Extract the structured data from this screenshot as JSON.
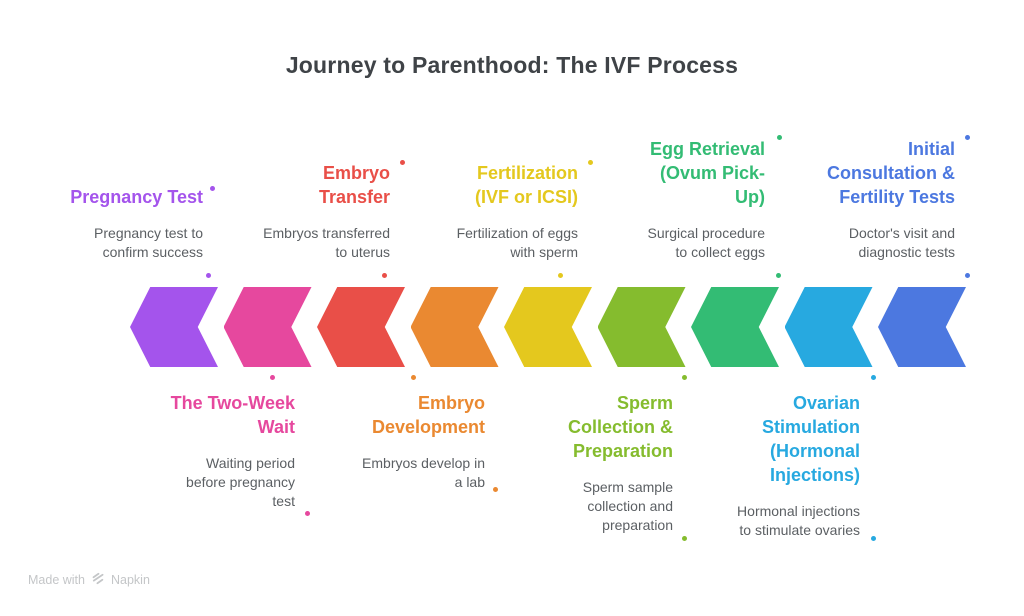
{
  "heading": "Journey to Parenthood: The IVF Process",
  "palette": {
    "background": "#ffffff",
    "heading_text": "#3f4347",
    "description_text": "#5b5f63",
    "watermark_text": "#c4c6c8"
  },
  "flow_direction": "right-to-left",
  "steps": [
    {
      "row": "top",
      "color": "#a454ec",
      "title_lines": [
        "Pregnancy Test"
      ],
      "desc_lines": [
        "Pregnancy test to",
        "confirm success"
      ]
    },
    {
      "row": "bottom",
      "color": "#e6489e",
      "title_lines": [
        "The Two-Week",
        "Wait"
      ],
      "desc_lines": [
        "Waiting period",
        "before pregnancy",
        "test"
      ]
    },
    {
      "row": "top",
      "color": "#e94f48",
      "title_lines": [
        "Embryo",
        "Transfer"
      ],
      "desc_lines": [
        "Embryos transferred",
        "to uterus"
      ]
    },
    {
      "row": "bottom",
      "color": "#ea8931",
      "title_lines": [
        "Embryo",
        "Development"
      ],
      "desc_lines": [
        "Embryos develop in",
        "a lab"
      ]
    },
    {
      "row": "top",
      "color": "#e4c81e",
      "title_lines": [
        "Fertilization",
        "(IVF or ICSI)"
      ],
      "desc_lines": [
        "Fertilization of eggs",
        "with sperm"
      ]
    },
    {
      "row": "bottom",
      "color": "#85bc2e",
      "title_lines": [
        "Sperm",
        "Collection &",
        "Preparation"
      ],
      "desc_lines": [
        "Sperm sample",
        "collection and",
        "preparation"
      ]
    },
    {
      "row": "top",
      "color": "#33bc74",
      "title_lines": [
        "Egg Retrieval",
        "(Ovum Pick-",
        "Up)"
      ],
      "desc_lines": [
        "Surgical procedure",
        "to collect eggs"
      ]
    },
    {
      "row": "bottom",
      "color": "#27a9e0",
      "title_lines": [
        "Ovarian",
        "Stimulation",
        "(Hormonal",
        "Injections)"
      ],
      "desc_lines": [
        "Hormonal injections",
        "to stimulate ovaries"
      ]
    },
    {
      "row": "top",
      "color": "#4c78e0",
      "title_lines": [
        "Initial",
        "Consultation &",
        "Fertility Tests"
      ],
      "desc_lines": [
        "Doctor's visit and",
        "diagnostic tests"
      ]
    }
  ],
  "watermark": {
    "made_with": "Made with",
    "brand": "Napkin"
  }
}
